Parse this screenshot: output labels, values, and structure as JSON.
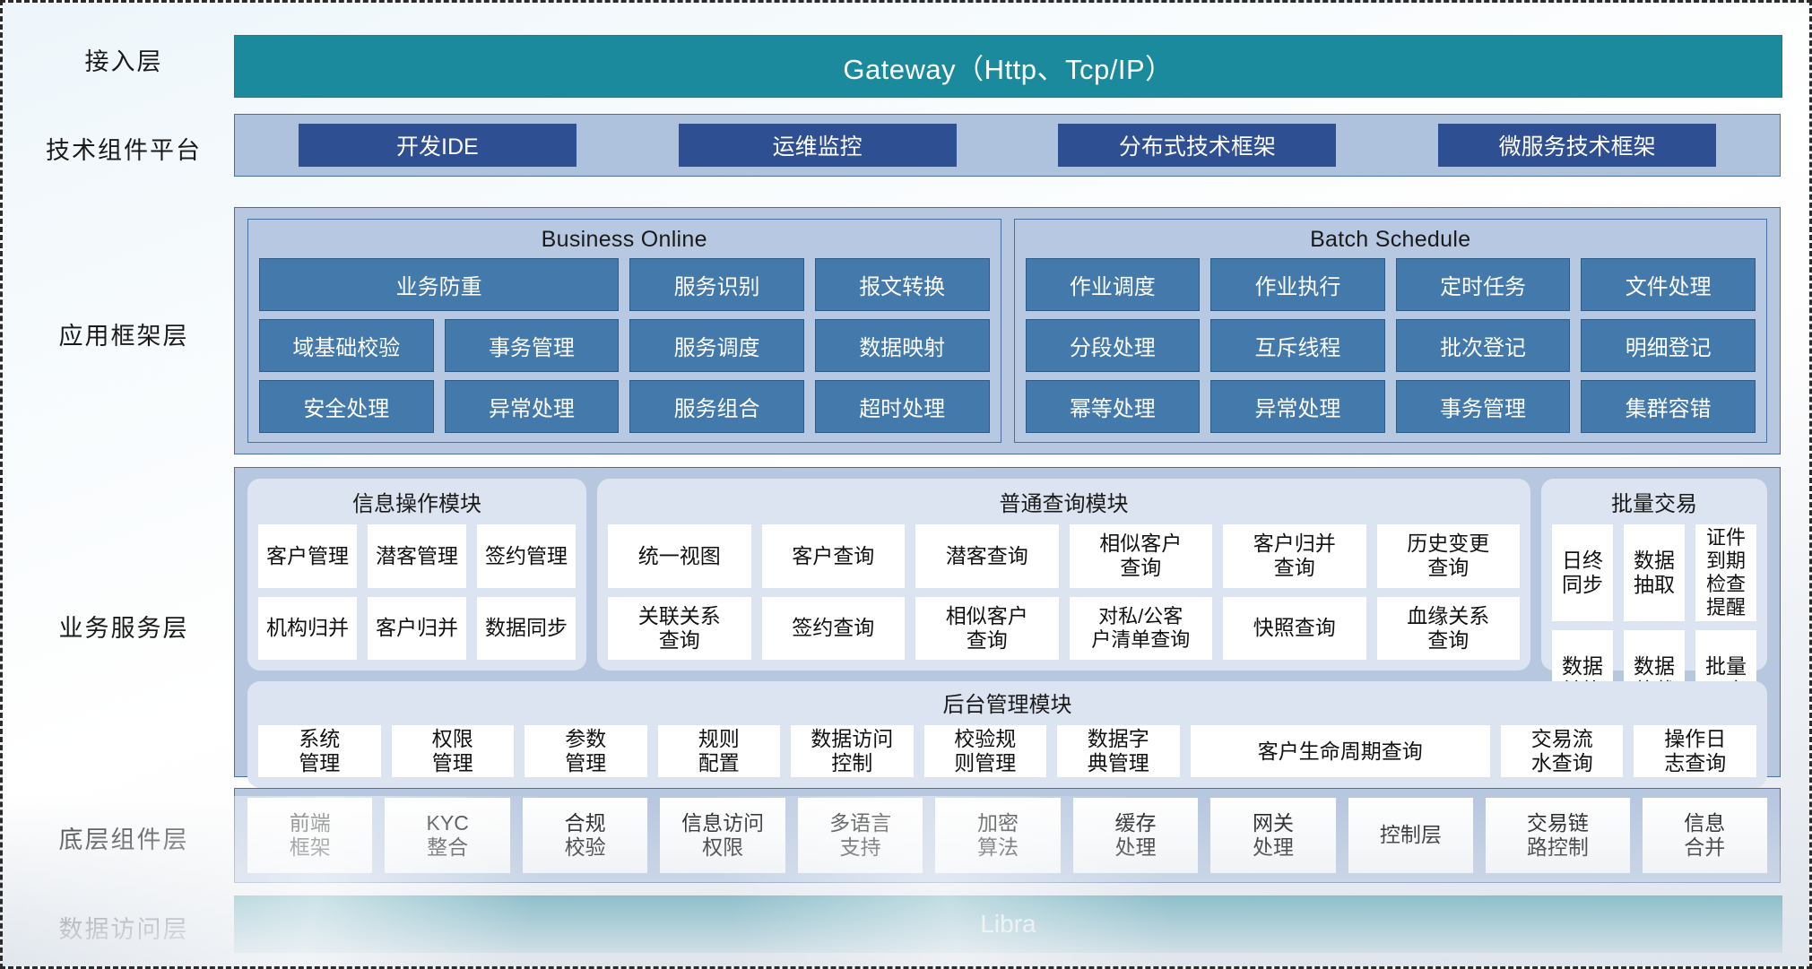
{
  "layers": {
    "access": {
      "label": "接入层",
      "bar": "Gateway（Http、Tcp/IP）"
    },
    "tech": {
      "label": "技术组件平台",
      "chips": [
        "开发IDE",
        "运维监控",
        "分布式技术框架",
        "微服务技术框架"
      ]
    },
    "appframe": {
      "label": "应用框架层",
      "panels": [
        {
          "title": "Business Online",
          "cells": [
            "业务防重",
            "服务识别",
            "报文转换",
            "域基础校验",
            "事务管理",
            "服务调度",
            "数据映射",
            "安全处理",
            "异常处理",
            "服务组合",
            "超时处理"
          ]
        },
        {
          "title": "Batch Schedule",
          "cells": [
            "作业调度",
            "作业执行",
            "定时任务",
            "文件处理",
            "分段处理",
            "互斥线程",
            "批次登记",
            "明细登记",
            "幂等处理",
            "异常处理",
            "事务管理",
            "集群容错"
          ]
        }
      ]
    },
    "biz": {
      "label": "业务服务层",
      "modules": [
        {
          "title": "信息操作模块",
          "cards": [
            "客户管理",
            "潜客管理",
            "签约管理",
            "机构归并",
            "客户归并",
            "数据同步"
          ]
        },
        {
          "title": "普通查询模块",
          "cards": [
            "统一视图",
            "客户查询",
            "潜客查询",
            "相似客户\n查询",
            "客户归并\n查询",
            "历史变更\n查询",
            "关联关系\n查询",
            "签约查询",
            "相似客户\n查询",
            "对私/公客\n户清单查询",
            "快照查询",
            "血缘关系\n查询"
          ]
        },
        {
          "title": "批量交易",
          "cards": [
            "日终\n同步",
            "数据\n抽取",
            "证件到期\n检查提醒",
            "数据\n转换",
            "数据\n装载",
            "批量\n开户"
          ]
        }
      ],
      "admin": {
        "title": "后台管理模块",
        "cards": [
          "系统\n管理",
          "权限\n管理",
          "参数\n管理",
          "规则\n配置",
          "数据访问\n控制",
          "校验规\n则管理",
          "数据字\n典管理",
          "客户生命周期查询",
          "交易流\n水查询",
          "操作日\n志查询"
        ]
      }
    },
    "base": {
      "label": "底层组件层",
      "cards": [
        "前端\n框架",
        "KYC\n整合",
        "合规\n校验",
        "信息访问\n权限",
        "多语言\n支持",
        "加密\n算法",
        "缓存\n处理",
        "网关\n处理",
        "控制层",
        "交易链\n路控制",
        "信息\n合并"
      ]
    },
    "data": {
      "label": "数据访问层",
      "bar": "Libra"
    }
  },
  "colors": {
    "teal": "#1b8a9c",
    "dark_blue_chip": "#2f4f93",
    "mid_blue_chip": "#4379ab",
    "panel_blue": "#b7c7e0",
    "module_grey_blue": "#dde4f1",
    "card_white": "#ffffff"
  }
}
